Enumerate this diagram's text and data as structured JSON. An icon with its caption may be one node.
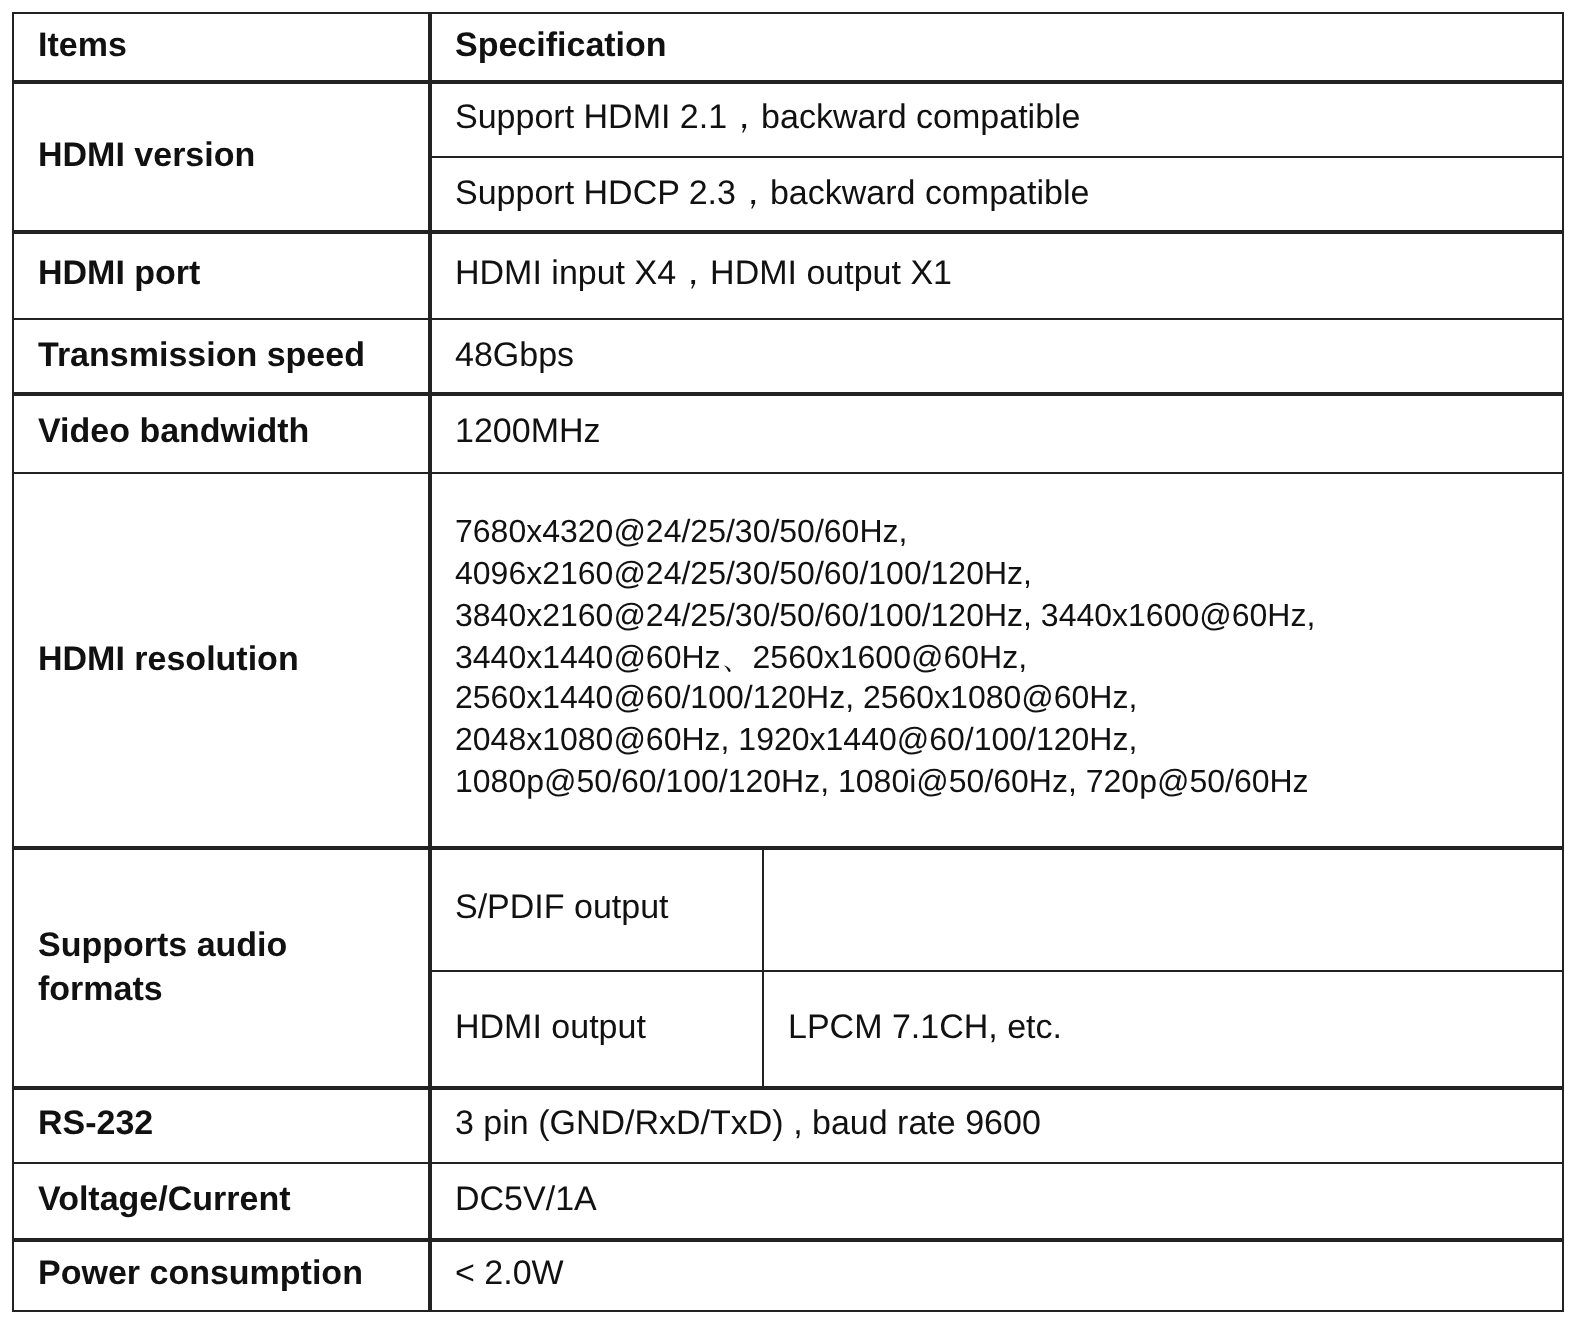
{
  "diagram": {
    "labels": [
      "Items",
      "Specification",
      "HDMI version",
      "Support HDMI 2.1，backward compatible",
      "Support HDCP 2.3，backward compatible",
      "HDMI port",
      "HDMI input X4，HDMI output X1",
      "Transmission speed",
      "48Gbps",
      "Video bandwidth",
      "1200MHz",
      "HDMI resolution",
      "7680x4320@24/25/30/50/60Hz, 4096x2160@24/25/30/50/60/100/120Hz, 3840x2160@24/25/30/50/60/100/120Hz, 3440x1600@60Hz, 3440x1440@60Hz、2560x1600@60Hz, 2560x1440@60/100/120Hz, 2560x1080@60Hz, 2048x1080@60Hz, 1920x1440@60/100/120Hz, 1080p@50/60/100/120Hz, 1080i@50/60Hz, 720p@50/60Hz",
      "Supports audio formats",
      "S/PDIF output",
      "HDMI output",
      "LPCM 7.1CH, etc.",
      "RS-232",
      "3 pin (GND/RxD/TxD) , baud rate 9600",
      "Voltage/Current",
      "DC5V/1A",
      "Power consumption",
      "< 2.0W"
    ]
  }
}
